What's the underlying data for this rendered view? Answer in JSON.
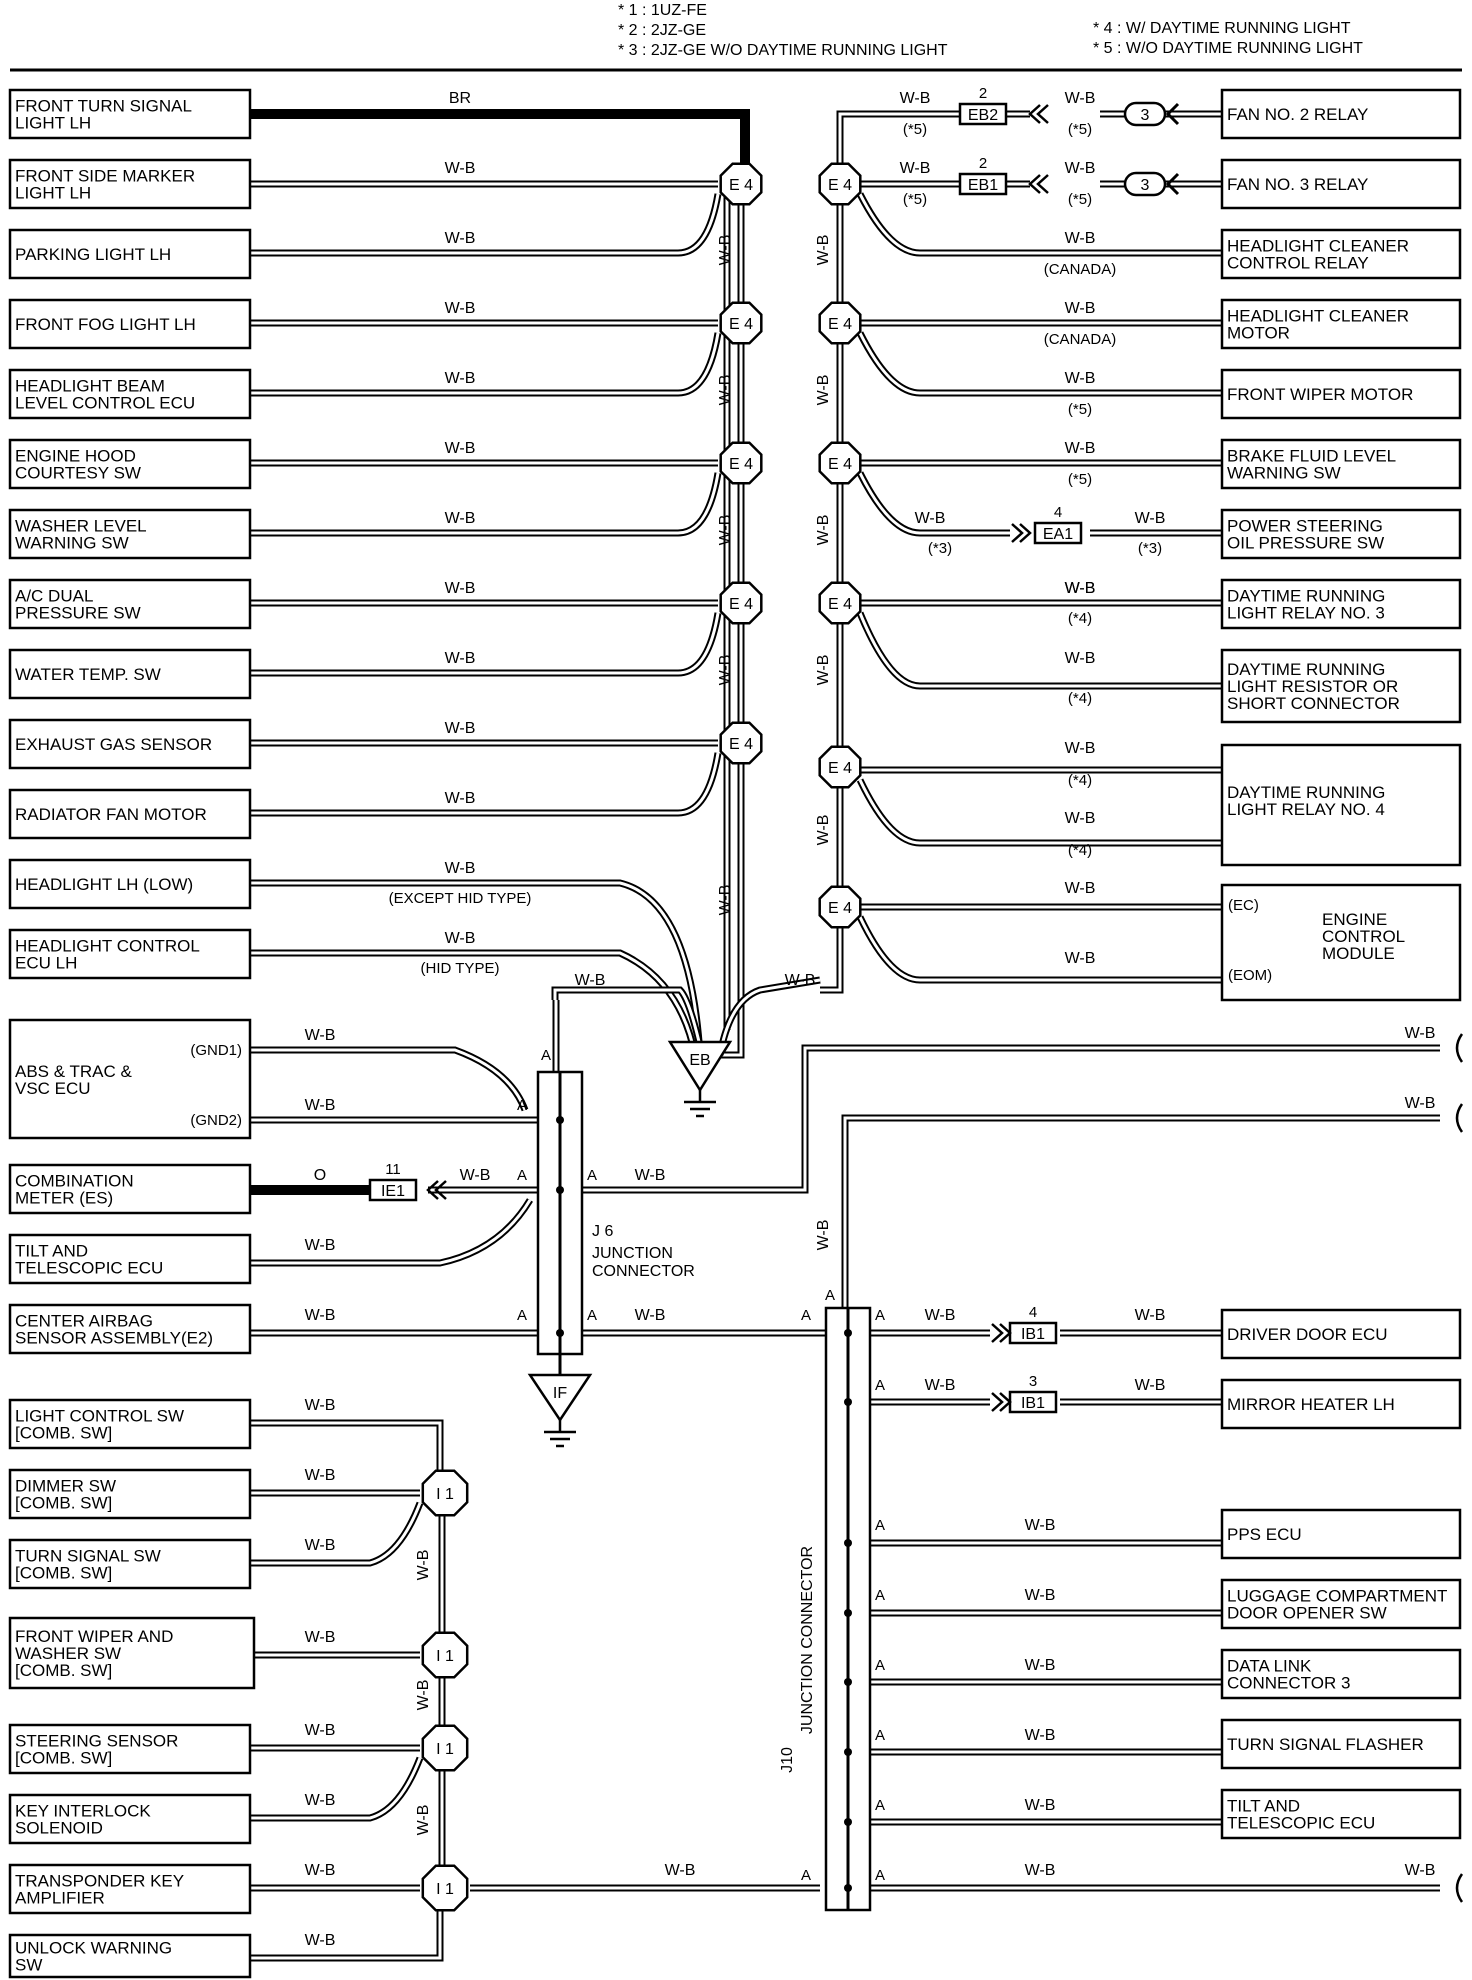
{
  "header": {
    "notes_left": [
      "* 1 : 1UZ-FE",
      "* 2 : 2JZ-GE",
      "* 3 : 2JZ-GE W/O DAYTIME RUNNING LIGHT"
    ],
    "notes_right": [
      "* 4 : W/ DAYTIME RUNNING LIGHT",
      "* 5 : W/O DAYTIME RUNNING LIGHT"
    ]
  },
  "left_components": [
    [
      "FRONT TURN SIGNAL",
      "LIGHT LH"
    ],
    [
      "FRONT SIDE MARKER",
      "LIGHT LH"
    ],
    [
      "PARKING LIGHT LH"
    ],
    [
      "FRONT FOG LIGHT LH"
    ],
    [
      "HEADLIGHT BEAM",
      "LEVEL CONTROL ECU"
    ],
    [
      "ENGINE HOOD",
      "COURTESY SW"
    ],
    [
      "WASHER LEVEL",
      "WARNING SW"
    ],
    [
      "A/C DUAL",
      "PRESSURE SW"
    ],
    [
      "WATER TEMP.  SW"
    ],
    [
      "EXHAUST GAS SENSOR"
    ],
    [
      "RADIATOR FAN MOTOR"
    ],
    [
      "HEADLIGHT LH (LOW)"
    ],
    [
      "HEADLIGHT CONTROL",
      "ECU LH"
    ],
    [
      "ABS & TRAC &",
      "VSC ECU"
    ],
    [
      "COMBINATION",
      "METER (ES)"
    ],
    [
      "TILT AND",
      "TELESCOPIC ECU"
    ],
    [
      "CENTER AIRBAG",
      "SENSOR ASSEMBLY(E2)"
    ],
    [
      "LIGHT CONTROL SW",
      "[COMB.  SW]"
    ],
    [
      "DIMMER SW",
      "[COMB.  SW]"
    ],
    [
      "TURN SIGNAL SW",
      "[COMB.  SW]"
    ],
    [
      "FRONT WIPER AND",
      "WASHER SW",
      "[COMB.  SW]"
    ],
    [
      "STEERING SENSOR",
      "[COMB.  SW]"
    ],
    [
      "KEY INTERLOCK",
      "SOLENOID"
    ],
    [
      "TRANSPONDER KEY",
      "AMPLIFIER"
    ],
    [
      "UNLOCK WARNING",
      "SW"
    ]
  ],
  "right_components": [
    [
      "FAN NO. 2 RELAY"
    ],
    [
      "FAN NO. 3 RELAY"
    ],
    [
      "HEADLIGHT CLEANER",
      "CONTROL RELAY"
    ],
    [
      "HEADLIGHT CLEANER",
      "MOTOR"
    ],
    [
      "FRONT WIPER MOTOR"
    ],
    [
      "BRAKE FLUID LEVEL",
      "WARNING SW"
    ],
    [
      "POWER STEERING",
      "OIL PRESSURE SW"
    ],
    [
      "DAYTIME RUNNING",
      "LIGHT RELAY NO. 3"
    ],
    [
      "DAYTIME RUNNING",
      "LIGHT RESISTOR OR",
      "SHORT CONNECTOR"
    ],
    [
      "DAYTIME RUNNING",
      "LIGHT RELAY NO. 4"
    ],
    [
      "ENGINE",
      "CONTROL",
      "MODULE"
    ],
    [
      "DRIVER DOOR ECU"
    ],
    [
      "MIRROR HEATER LH"
    ],
    [
      "PPS ECU"
    ],
    [
      "LUGGAGE COMPARTMENT",
      "DOOR OPENER SW"
    ],
    [
      "DATA LINK",
      "CONNECTOR 3"
    ],
    [
      "TURN SIGNAL FLASHER"
    ],
    [
      "TILT AND",
      "TELESCOPIC ECU"
    ]
  ],
  "wire_colors": {
    "br": "BR",
    "wb": "W-B",
    "o": "O"
  },
  "notes": {
    "canada": "(CANADA)",
    "n3": "(*3)",
    "n4": "(*4)",
    "n5": "(*5)",
    "except_hid": "(EXCEPT HID TYPE)",
    "hid": "(HID TYPE)"
  },
  "pins": {
    "gnd1": "(GND1)",
    "gnd2": "(GND2)",
    "ec": "(EC)",
    "eom": "(EOM)",
    "a": "A"
  },
  "connectors": {
    "e4": "E 4",
    "i1": "I 1",
    "eb": "EB",
    "if": "IF",
    "eb2": "EB2",
    "eb1": "EB1",
    "ea1": "EA1",
    "ie1": "IE1",
    "ib1": "IB1",
    "eb_pin": "2",
    "ea1_pin": "4",
    "ie1_pin": "11",
    "ib1_pin_a": "4",
    "ib1_pin_b": "3",
    "three": "3"
  },
  "junctions": {
    "j6_id": "J 6",
    "j6_name": [
      "JUNCTION",
      "CONNECTOR"
    ],
    "j10_id": "J10",
    "j10_name": "JUNCTION CONNECTOR"
  }
}
